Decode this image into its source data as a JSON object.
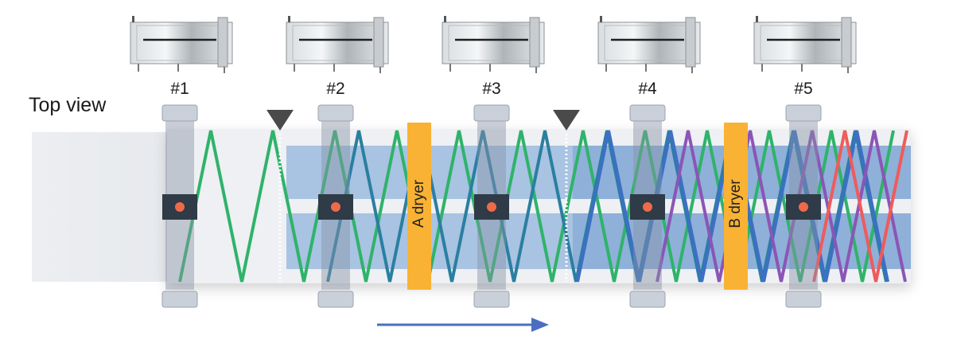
{
  "view_label": "Top view",
  "stations": [
    {
      "label": "#1"
    },
    {
      "label": "#2"
    },
    {
      "label": "#3"
    },
    {
      "label": "#4"
    },
    {
      "label": "#5"
    }
  ],
  "dryers": [
    {
      "label": "A dryer"
    },
    {
      "label": "B dryer"
    }
  ],
  "colors": {
    "green": "#2fb36a",
    "teal": "#2a7fa0",
    "blue": "#3d6fc4",
    "purple": "#8b55b5",
    "red": "#ef5b5b",
    "dryer": "#f9b233",
    "substrate_blue": "#8fb1d8",
    "arrow": "#4a6fc0",
    "head_dot": "#ef6a4a"
  }
}
